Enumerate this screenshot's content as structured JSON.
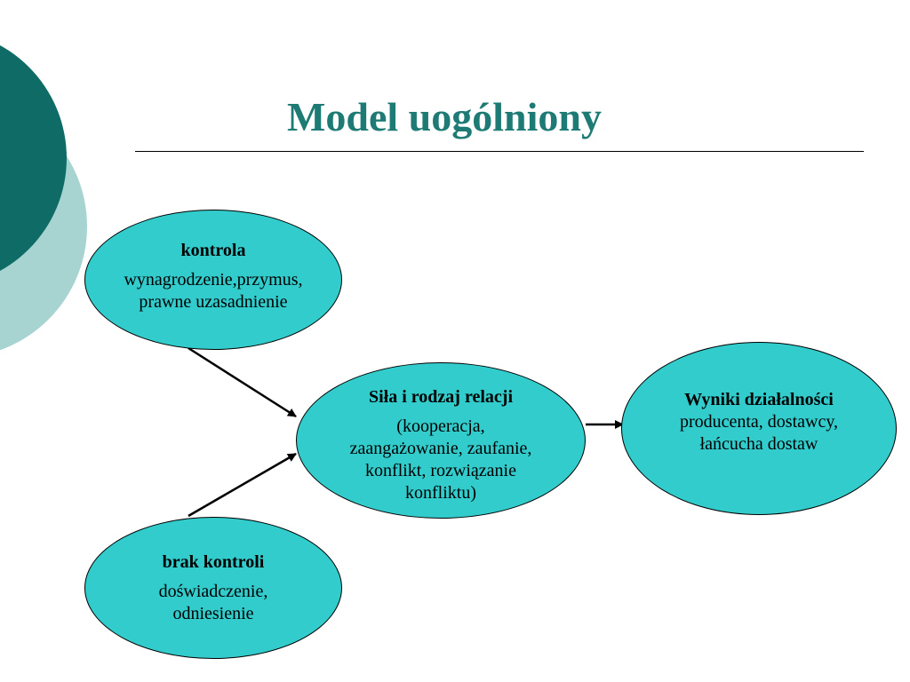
{
  "slide": {
    "title": "Model uogólniony"
  },
  "colors": {
    "node_fill": "#33cccc",
    "title_color": "#1e7a74",
    "decoration_dark": "#0e6b65",
    "decoration_light": "#a7d3d1"
  },
  "nodes": {
    "kontrola": {
      "title": "kontrola",
      "line1": "wynagrodzenie,przymus,",
      "line2": "prawne uzasadnienie"
    },
    "relacja": {
      "title": "Siła i rodzaj relacji",
      "line1": "(kooperacja,",
      "line2": "zaangażowanie, zaufanie,",
      "line3": "konflikt, rozwiązanie",
      "line4": "konfliktu)"
    },
    "wyniki": {
      "title": "Wyniki działalności",
      "line1": "producenta, dostawcy,",
      "line2": "łańcucha dostaw"
    },
    "brak_kontroli": {
      "title": "brak kontroli",
      "line1": "doświadczenie,",
      "line2": "odniesienie"
    }
  },
  "edges": [
    {
      "from": "kontrola",
      "to": "relacja"
    },
    {
      "from": "brak_kontroli",
      "to": "relacja"
    },
    {
      "from": "relacja",
      "to": "wyniki"
    }
  ]
}
